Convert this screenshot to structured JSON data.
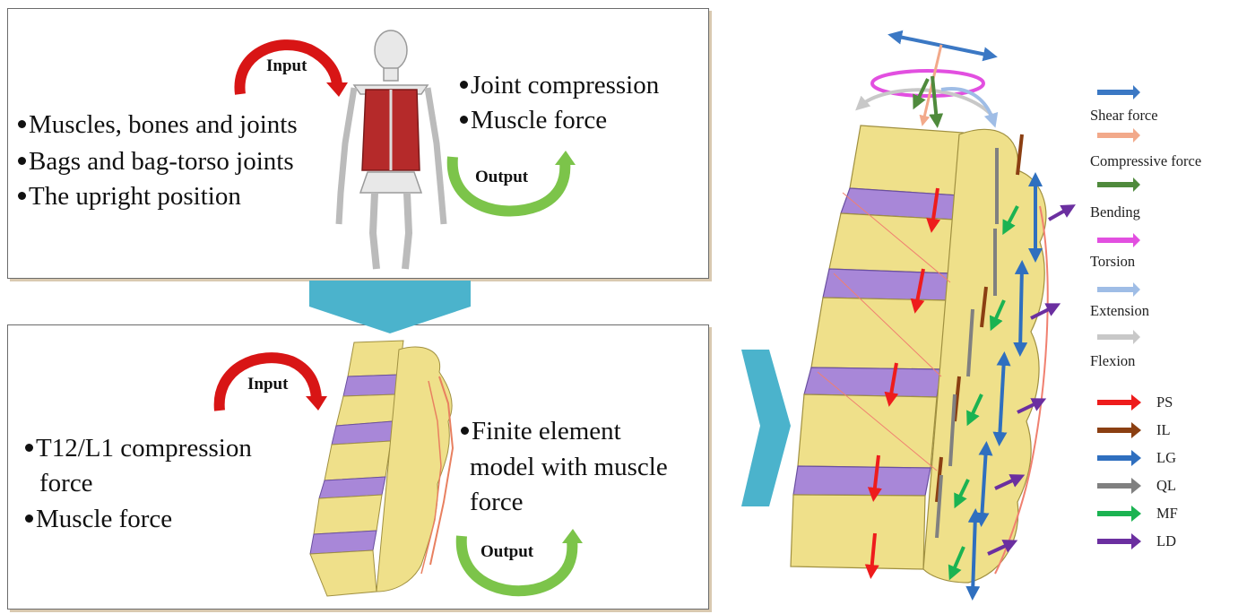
{
  "top_panel": {
    "inputs": [
      "Muscles, bones and joints",
      "Bags and bag-torso joints",
      "The upright position"
    ],
    "outputs": [
      "Joint compression",
      "Muscle force"
    ],
    "input_label": "Input",
    "output_label": "Output"
  },
  "bottom_panel": {
    "inputs": [
      "T12/L1 compression",
      "force",
      "Muscle force"
    ],
    "outputs": [
      "Finite element",
      "model with muscle",
      "force"
    ],
    "input_label": "Input",
    "output_label": "Output"
  },
  "load_legend": [
    {
      "label": "Shear force",
      "color": "#3b78c4"
    },
    {
      "label": "Compressive force",
      "color": "#f2a98a"
    },
    {
      "label": "Bending",
      "color": "#4f8a3c"
    },
    {
      "label": "Torsion",
      "color": "#e24fe0"
    },
    {
      "label": "Extension",
      "color": "#9fbde6"
    },
    {
      "label": "Flexion",
      "color": "#c8c8c8"
    }
  ],
  "muscle_legend": [
    {
      "label": "PS",
      "color": "#ee1c1c"
    },
    {
      "label": "IL",
      "color": "#8b3f12"
    },
    {
      "label": "LG",
      "color": "#2f6fbf"
    },
    {
      "label": "QL",
      "color": "#808080"
    },
    {
      "label": "MF",
      "color": "#1bb352"
    },
    {
      "label": "LD",
      "color": "#6b2fa0"
    }
  ],
  "colors": {
    "bone": "#efe08a",
    "disc": "#a887d8",
    "flow_arrow": "#4bb3cc",
    "input_arrow": "#e01a1a",
    "output_arrow": "#7cc44a",
    "muscle_red": "#b22222"
  }
}
